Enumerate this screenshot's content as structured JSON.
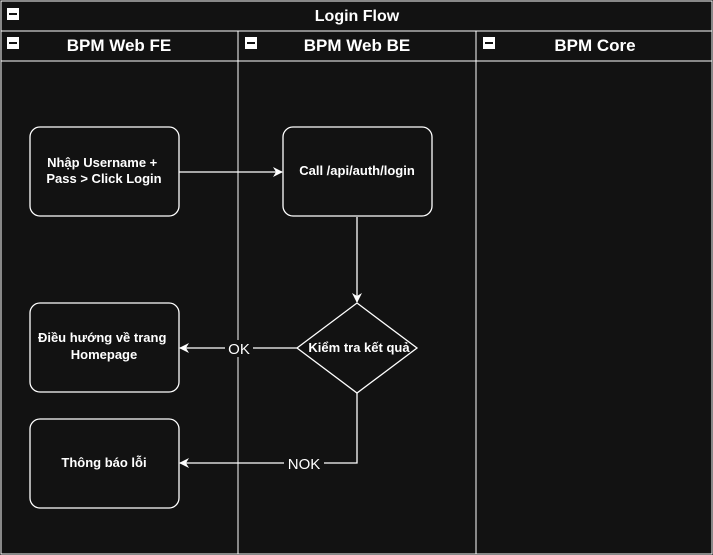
{
  "diagram": {
    "title": "Login Flow",
    "lanes": [
      {
        "id": "fe",
        "label": "BPM Web FE"
      },
      {
        "id": "be",
        "label": "BPM Web BE"
      },
      {
        "id": "core",
        "label": "BPM Core"
      }
    ],
    "nodes": {
      "input_login": {
        "lines": [
          "Nhập Username +",
          "Pass > Click Login"
        ]
      },
      "call_api": {
        "lines": [
          "Call /api/auth/login"
        ]
      },
      "check_result": {
        "lines": [
          "Kiểm tra kết quả"
        ]
      },
      "redirect_home": {
        "lines": [
          "Điều hướng về trang",
          "Homepage"
        ]
      },
      "error_notice": {
        "lines": [
          "Thông báo lỗi"
        ]
      }
    },
    "edges": {
      "ok": {
        "label": "OK"
      },
      "nok": {
        "label": "NOK"
      }
    },
    "icons": {
      "collapse": "minus-box-icon"
    },
    "colors": {
      "background": "#121212",
      "stroke": "#ffffff",
      "text": "#ffffff"
    }
  }
}
